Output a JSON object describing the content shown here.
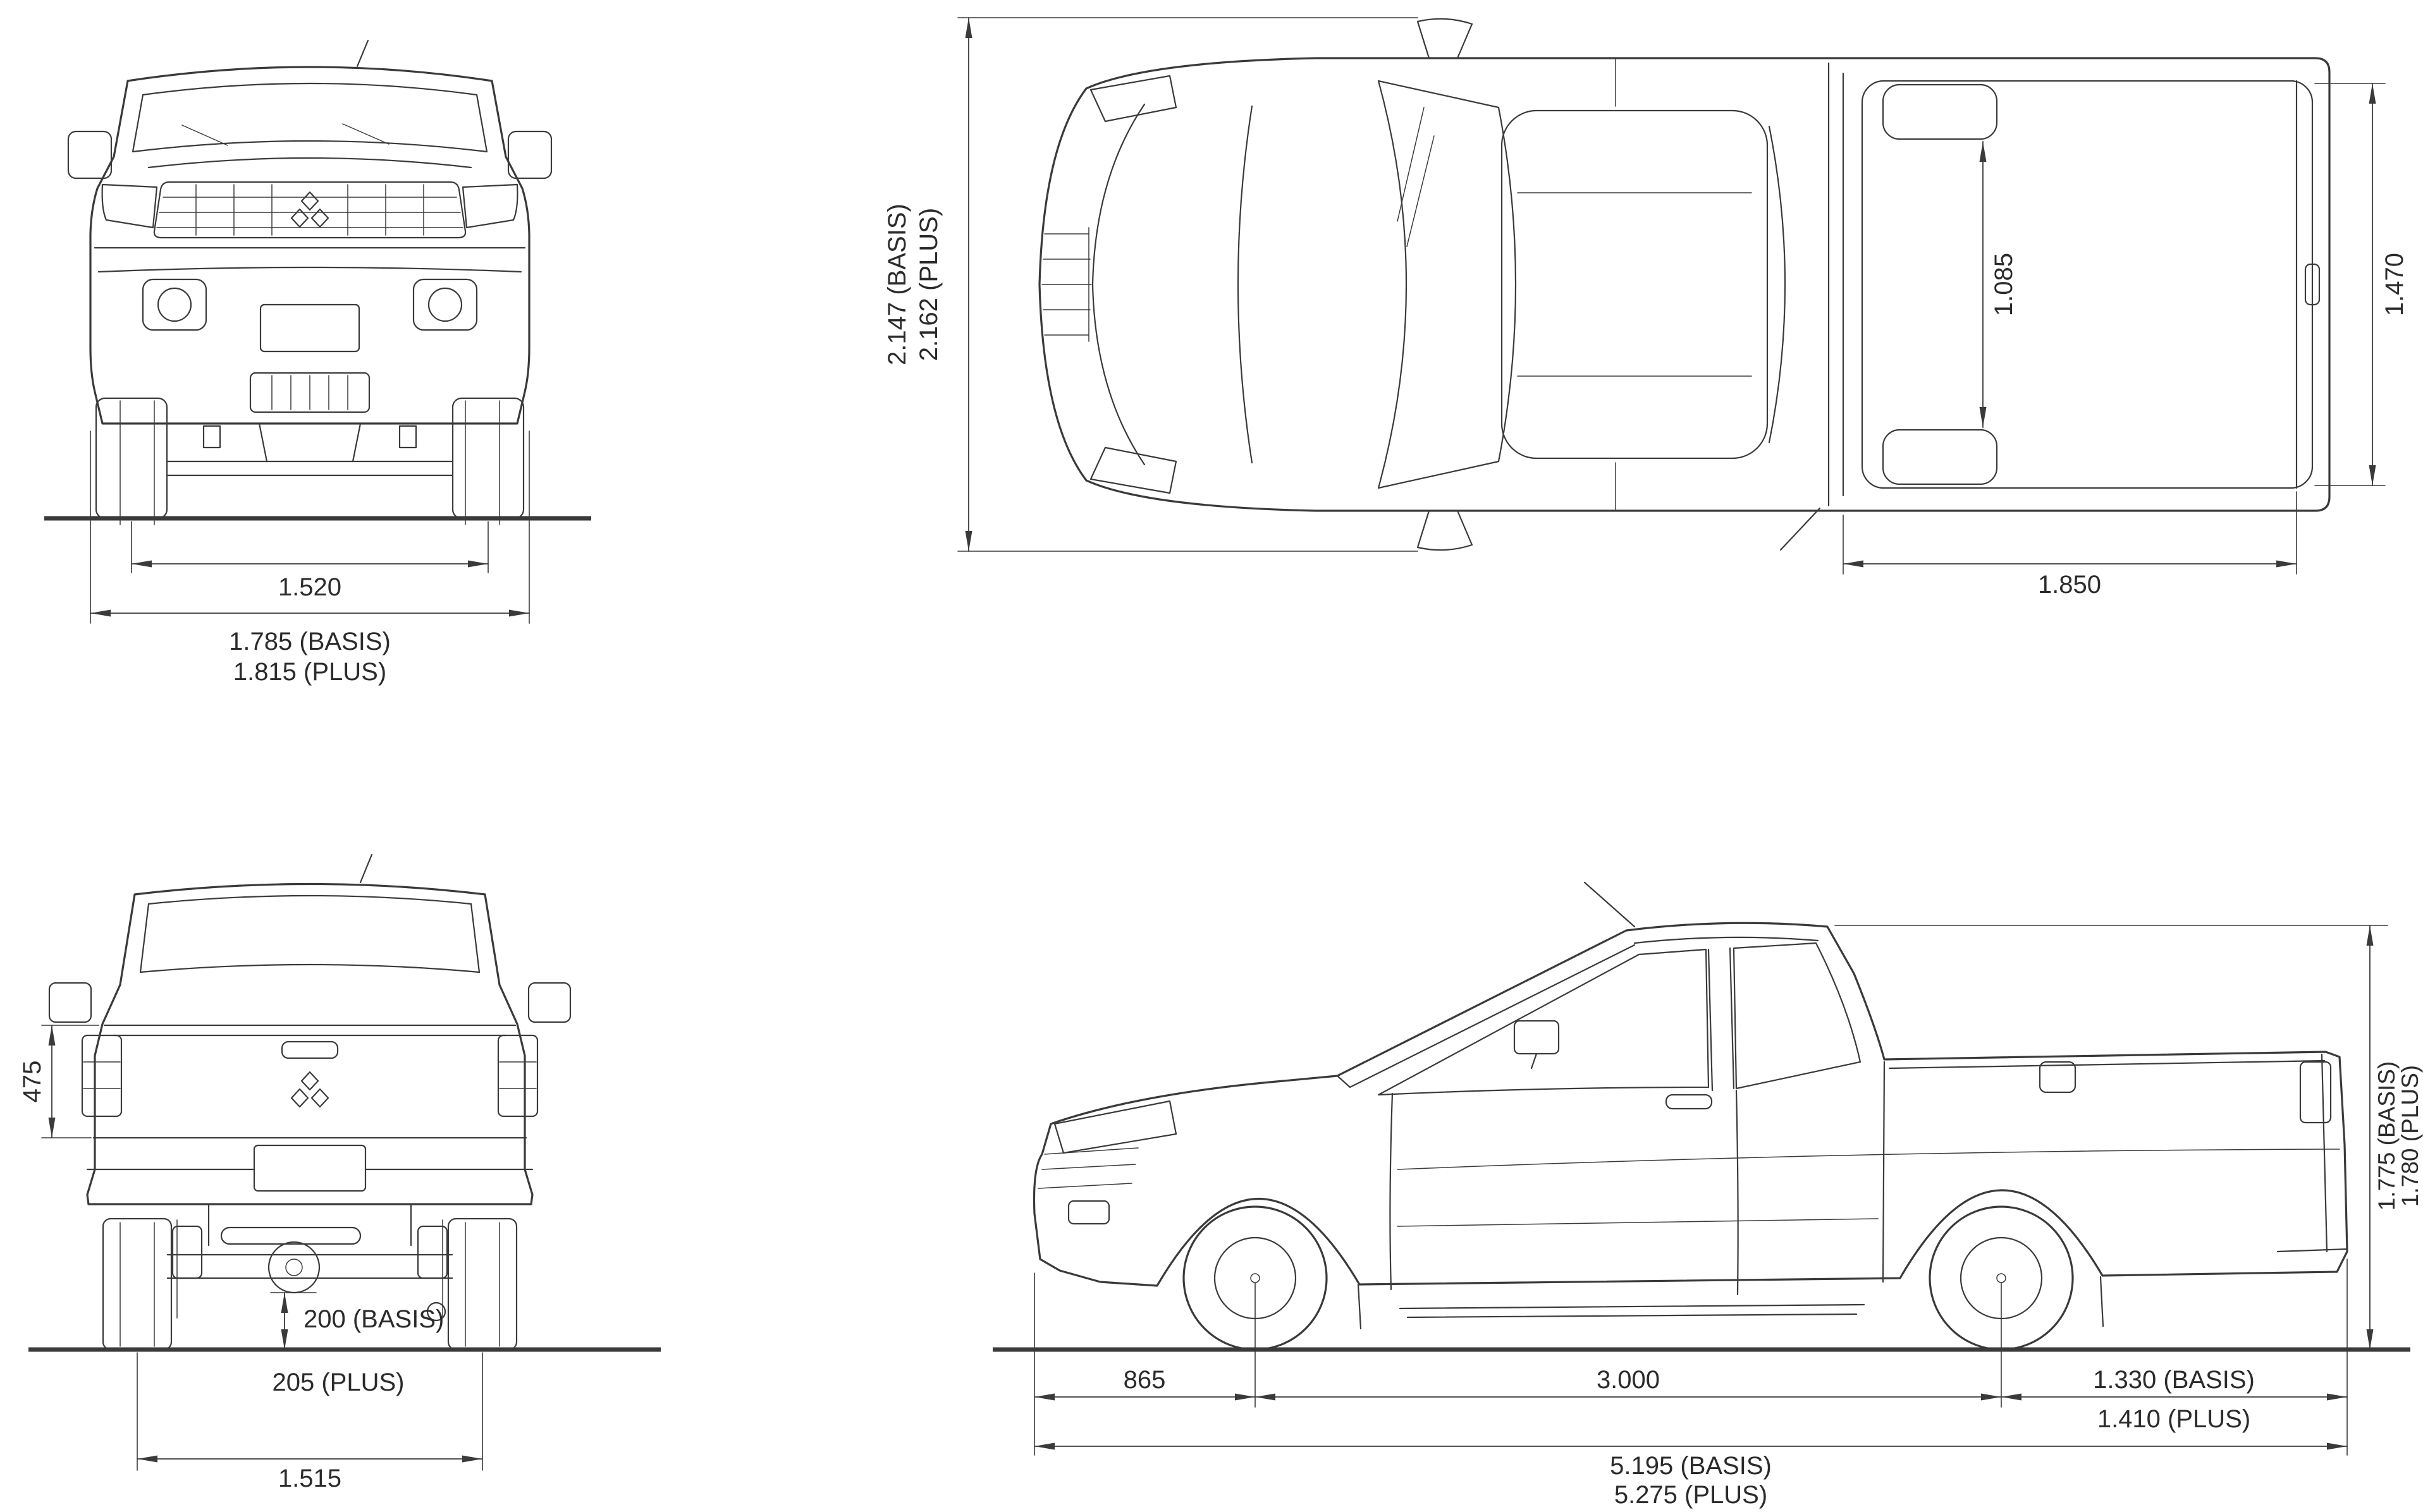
{
  "colors": {
    "line": "#3a3a3a",
    "background": "#ffffff",
    "text": "#2b2b2b"
  },
  "views": {
    "front": {
      "label": "front-view",
      "dims": {
        "track": "1.520",
        "width_basis": "1.785 (BASIS)",
        "width_plus": "1.815 (PLUS)"
      }
    },
    "top": {
      "label": "top-view",
      "dims": {
        "overall_width_basis": "2.147 (BASIS)",
        "overall_width_plus": "2.162 (PLUS)",
        "bed_width_between_arches": "1.085",
        "bed_inner_width": "1.470",
        "bed_length": "1.850"
      }
    },
    "rear": {
      "label": "rear-view",
      "dims": {
        "loading_height": "475",
        "ground_clearance_basis": "200 (BASIS)",
        "ground_clearance_plus": "205 (PLUS)",
        "rear_track": "1.515"
      }
    },
    "side": {
      "label": "side-view",
      "dims": {
        "front_overhang": "865",
        "wheelbase": "3.000",
        "rear_overhang_basis": "1.330 (BASIS)",
        "rear_overhang_plus": "1.410 (PLUS)",
        "overall_length_basis": "5.195 (BASIS)",
        "overall_length_plus": "5.275 (PLUS)",
        "overall_height_basis": "1.775 (BASIS)",
        "overall_height_plus": "1.780 (PLUS)"
      }
    }
  }
}
